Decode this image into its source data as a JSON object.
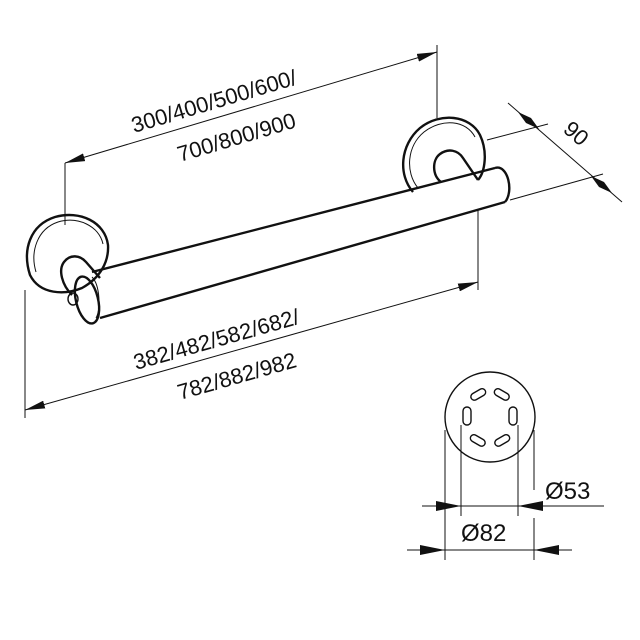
{
  "drawing": {
    "subject": "grab bar technical drawing",
    "colors": {
      "line": "#111111",
      "background": "#ffffff"
    },
    "dimensions": {
      "center_distance": {
        "line1": "300/400/500/600/",
        "line2": "700/800/900"
      },
      "overall_length": {
        "line1": "382/482/582/682/",
        "line2": "782/882/982"
      },
      "projection": {
        "label": "90"
      },
      "inner_diameter": {
        "label": "Ø53"
      },
      "outer_diameter": {
        "label": "Ø82"
      }
    },
    "rosette_view": {
      "slot_count": 6
    }
  }
}
